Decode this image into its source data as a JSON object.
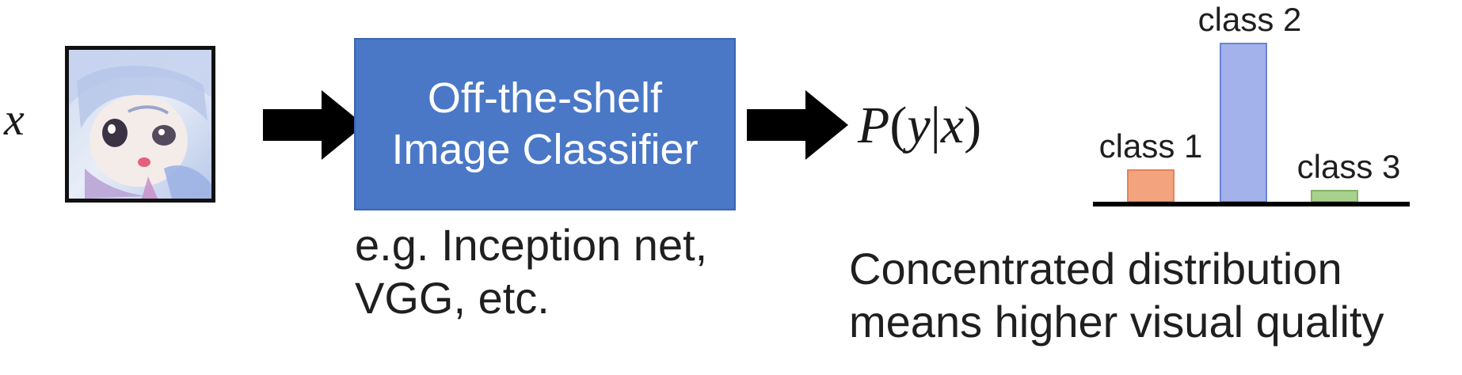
{
  "input": {
    "variable": "x"
  },
  "classifier": {
    "line1": "Off-the-shelf",
    "line2": "Image Classifier",
    "color": "#4a78c7"
  },
  "classifier_caption": {
    "line1": "e.g. Inception net,",
    "line2": "VGG, etc."
  },
  "output": {
    "p": "P",
    "open": "(",
    "y": "y",
    "bar": "|",
    "x": "x",
    "close": ")"
  },
  "distribution_caption": {
    "line1": "Concentrated distribution",
    "line2": "means higher visual quality"
  },
  "chart_data": {
    "type": "bar",
    "categories": [
      "class 1",
      "class 2",
      "class 3"
    ],
    "values": [
      0.2,
      1.0,
      0.07
    ],
    "colors": [
      "#f3a37d",
      "#a3b2ea",
      "#a9d18e"
    ],
    "strokes": [
      "#e0855a",
      "#6b84d6",
      "#84b366"
    ]
  }
}
